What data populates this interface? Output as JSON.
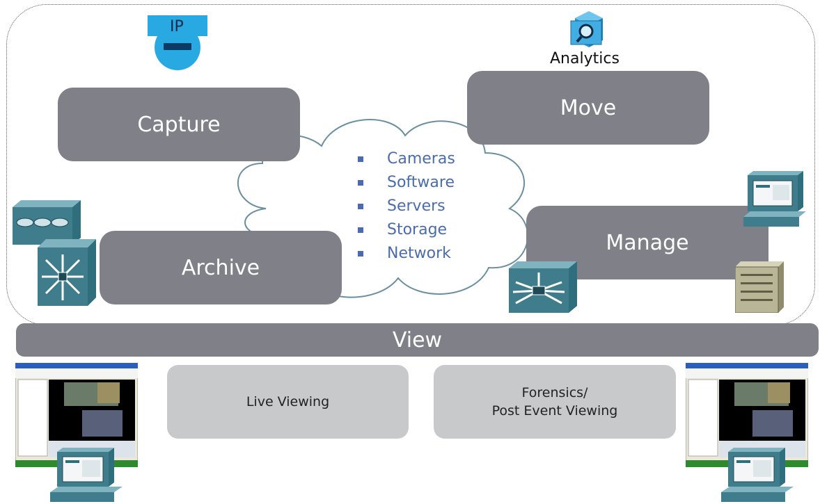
{
  "ip_camera": {
    "label": "IP"
  },
  "analytics": {
    "label": "Analytics"
  },
  "boxes": {
    "capture": "Capture",
    "move": "Move",
    "archive": "Archive",
    "manage": "Manage"
  },
  "cloud_items": [
    "Cameras",
    "Software",
    "Servers",
    "Storage",
    "Network"
  ],
  "view_bar": {
    "label": "View"
  },
  "live_viewing": {
    "label": "Live Viewing"
  },
  "forensics": {
    "line1": "Forensics/",
    "line2": "Post Event Viewing"
  },
  "colors": {
    "box_gray": "#808088",
    "light_box": "#c8c9cb",
    "bullet_blue": "#4a6cae",
    "device_teal": "#3f7d8c",
    "camera_blue": "#29a9e1"
  }
}
